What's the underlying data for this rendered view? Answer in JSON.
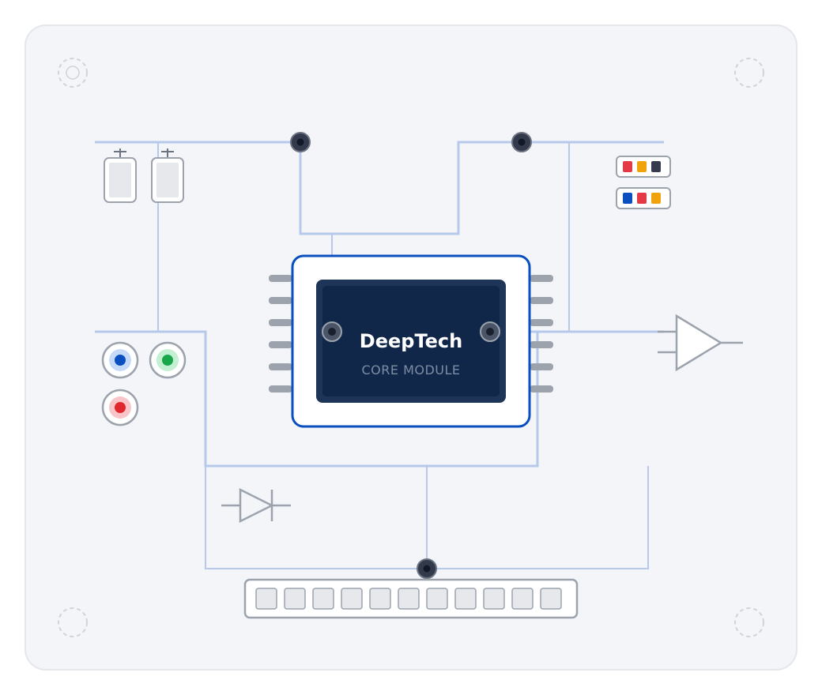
{
  "chip": {
    "title": "DeepTech",
    "subtitle": "CORE MODULE"
  },
  "colors": {
    "board_bg": "#f3f5f9",
    "board_border": "#e3e6eb",
    "trace": "#b6c9ea",
    "chip_border": "#0a4fbf",
    "chip_core": "#1e3558",
    "chip_core_inner": "#10274a",
    "chip_title": "#ffffff",
    "chip_subtitle": "#7c8ca3",
    "pin": "#9ca3ad",
    "component_stroke": "#9ca3ad",
    "component_fill": "#e6e8ec",
    "via": "#323a4c",
    "led_blue": "#0a4fbf",
    "led_green": "#18a84a",
    "led_red": "#e0262e",
    "dip_red": "#e33a45",
    "dip_amber": "#f0a30a",
    "dip_dark": "#363c4e",
    "dip_blue": "#0a4fbf"
  },
  "components": {
    "capacitor_icon": "capacitor-icon",
    "led_icon": "led-icon",
    "dip_switch_icon": "dip-switch-icon",
    "amplifier_icon": "amplifier-icon",
    "diode_icon": "diode-icon",
    "header_icon": "pin-header-icon",
    "via_icon": "via-icon",
    "mounting_hole_icon": "mounting-hole-icon"
  },
  "leds": [
    {
      "color": "blue"
    },
    {
      "color": "green"
    },
    {
      "color": "red"
    }
  ],
  "dip_switches": [
    {
      "slots": [
        "red",
        "amber",
        "dark"
      ]
    },
    {
      "slots": [
        "blue",
        "red",
        "amber"
      ]
    }
  ],
  "header": {
    "pin_count": 11
  }
}
